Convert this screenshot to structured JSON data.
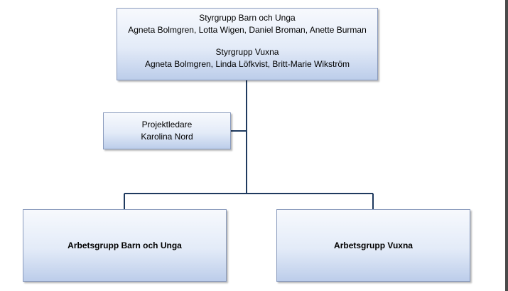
{
  "steering": {
    "group1_title": "Styrgrupp Barn och Unga",
    "group1_members": "Agneta Bolmgren, Lotta Wigen, Daniel Broman, Anette Burman",
    "group2_title": "Styrgrupp Vuxna",
    "group2_members": "Agneta Bolmgren, Linda Löfkvist, Britt-Marie Wikström"
  },
  "project_lead": {
    "role": "Projektledare",
    "name": "Karolina Nord"
  },
  "work_groups": [
    {
      "label": "Arbetsgrupp Barn och Unga"
    },
    {
      "label": "Arbetsgrupp Vuxna"
    }
  ],
  "colors": {
    "connector": "#1f3a5f",
    "box_border": "#8a9bbd",
    "box_fill_top": "#f7f9fd",
    "box_fill_bottom": "#bccdea"
  }
}
